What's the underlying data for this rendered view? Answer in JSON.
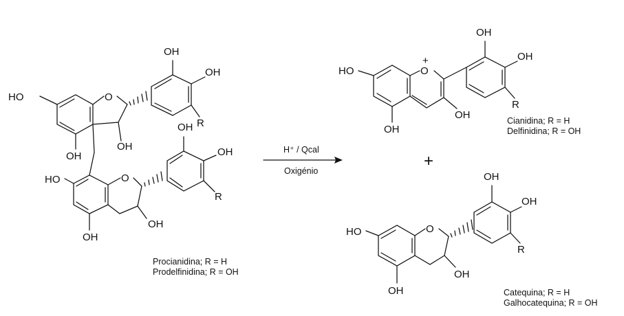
{
  "atoms": {
    "oh": "OH",
    "ho": "HO",
    "o": "O",
    "r": "R",
    "charge": "+"
  },
  "reaction": {
    "conditions_top": "H⁺ / Qcal",
    "conditions_bottom": "Oxigénio",
    "plus": "+"
  },
  "captions": {
    "reactant_line1": "Procianidina; R = H",
    "reactant_line2": "Prodelfinidina; R = OH",
    "product1_line1": "Cianidina; R = H",
    "product1_line2": "Delfinidina; R = OH",
    "product2_line1": "Catequina; R = H",
    "product2_line2": "Galhocatequina; R = OH"
  },
  "colors": {
    "ink": "#111111",
    "background": "#ffffff"
  }
}
